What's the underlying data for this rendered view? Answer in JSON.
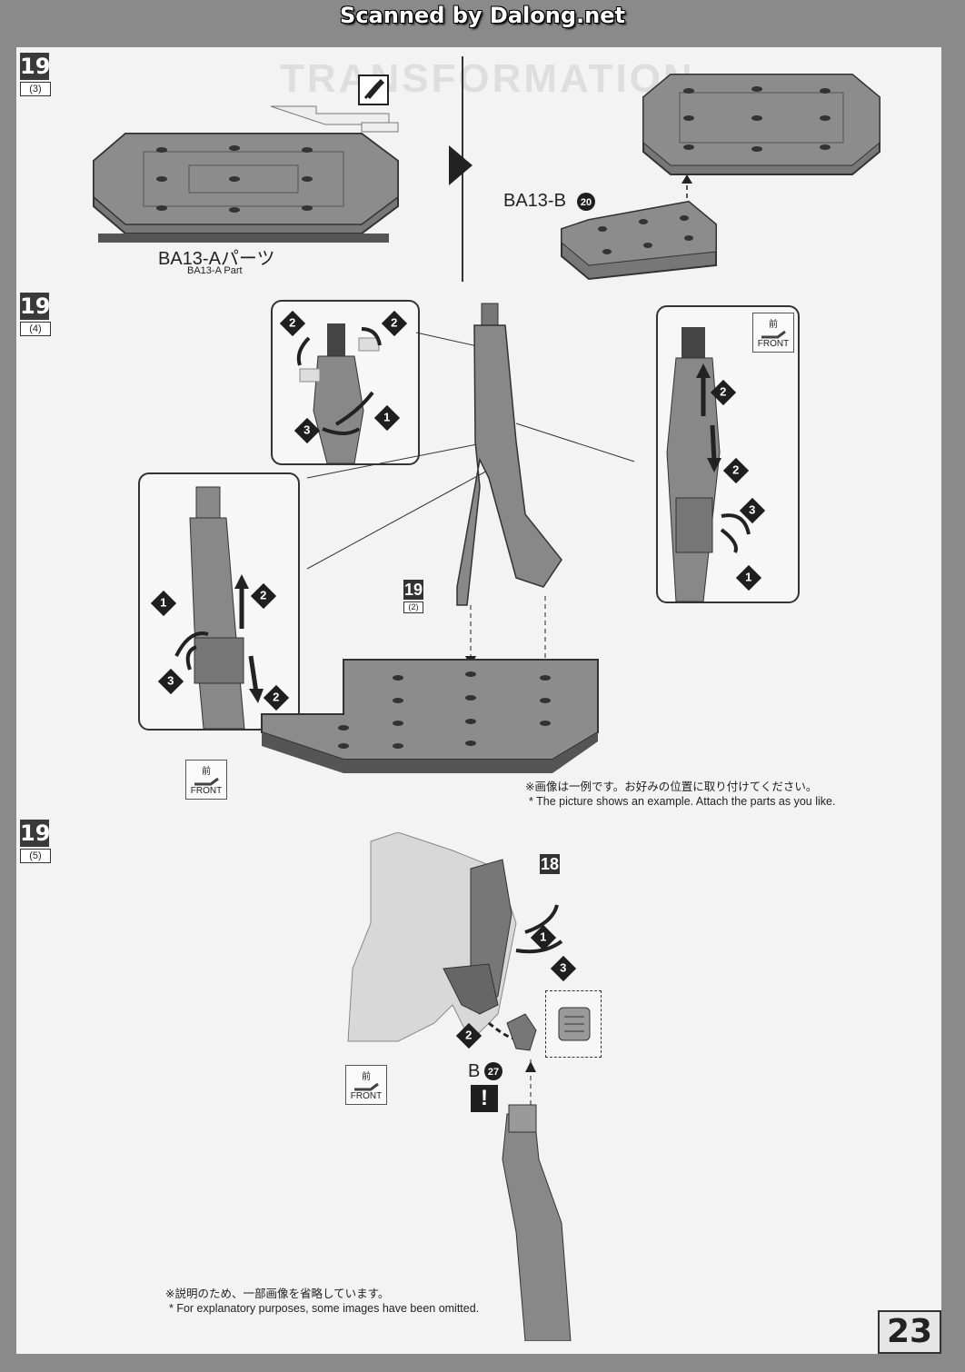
{
  "scan_banner": "Scanned by Dalong.net",
  "watermark": "TRANSFORMATION",
  "page_number": "23",
  "panels": [
    {
      "step": "19",
      "sub": "(3)",
      "part_label_jp": "BA13-Aパーツ",
      "part_label_en": "BA13-A Part",
      "part_ref": "BA13-B",
      "part_ref_num": "20"
    },
    {
      "step": "19",
      "sub": "(4)",
      "ref_step": "19",
      "ref_sub": "(2)",
      "front_kanji": "前",
      "front_word": "FRONT",
      "note_jp": "※画像は一例です。お好みの位置に取り付けてください。",
      "note_en": "* The picture shows an example. Attach the parts as you like.",
      "numbers": [
        "2",
        "2",
        "1",
        "3",
        "2",
        "2",
        "3",
        "1",
        "3",
        "2",
        "1",
        "2"
      ]
    },
    {
      "step": "19",
      "sub": "(5)",
      "ref_step": "18",
      "front_kanji": "前",
      "front_word": "FRONT",
      "part_ref": "B",
      "part_ref_num": "27",
      "warning": "!",
      "numbers": [
        "1",
        "3",
        "2"
      ],
      "note_jp": "※説明のため、一部画像を省略しています。",
      "note_en": "* For explanatory purposes, some images have been omitted."
    }
  ]
}
